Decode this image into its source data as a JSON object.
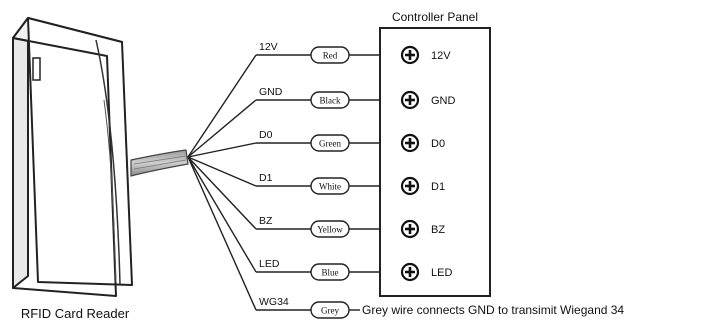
{
  "device": {
    "label": "RFID Card Reader"
  },
  "panel": {
    "title": "Controller Panel"
  },
  "wires": [
    {
      "signal": "12V",
      "color_label": "Red"
    },
    {
      "signal": "GND",
      "color_label": "Black"
    },
    {
      "signal": "D0",
      "color_label": "Green"
    },
    {
      "signal": "D1",
      "color_label": "White"
    },
    {
      "signal": "BZ",
      "color_label": "Yellow"
    },
    {
      "signal": "LED",
      "color_label": "Blue"
    }
  ],
  "extra_wire": {
    "signal": "WG34",
    "color_label": "Grey",
    "note": "Grey wire connects GND to transimit Wiegand 34"
  },
  "terminals": [
    "12V",
    "GND",
    "D0",
    "D1",
    "BZ",
    "LED"
  ]
}
